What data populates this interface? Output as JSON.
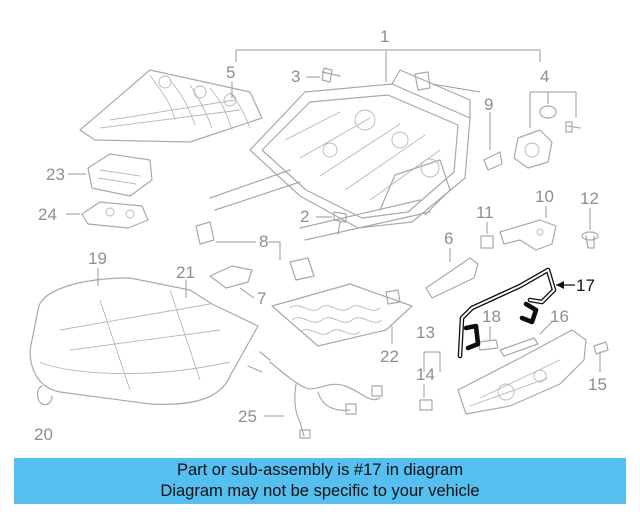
{
  "callouts": [
    "1",
    "2",
    "3",
    "4",
    "5",
    "6",
    "7",
    "8",
    "9",
    "10",
    "11",
    "12",
    "13",
    "14",
    "15",
    "16",
    "17",
    "18",
    "19",
    "20",
    "21",
    "22",
    "23",
    "24",
    "25"
  ],
  "highlighted": "17",
  "colors": {
    "banner_bg": "#55bff0",
    "part_line": "#a9a9a9",
    "highlight": "#0d0d0d"
  },
  "banner": {
    "line1": "Part or sub-assembly is #17 in diagram",
    "line2": "Diagram may not be specific to your vehicle"
  }
}
